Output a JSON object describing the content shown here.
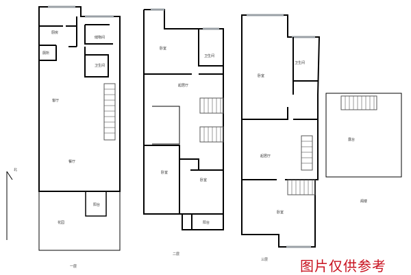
{
  "floors": {
    "first": {
      "label": "一层",
      "rooms": {
        "kitchen": "厨房",
        "storage": "储物间",
        "wc": "厕所",
        "bath": "卫生间",
        "living": "客厅",
        "dining": "餐厅",
        "garden": "花园",
        "balcony": "阳台"
      }
    },
    "second": {
      "label": "二层",
      "rooms": {
        "bedroom1": "卧室",
        "bath": "卫生间",
        "hall": "起居厅",
        "bedroom2": "卧室",
        "bedroom3": "卧室",
        "balcony": "阳台"
      }
    },
    "third": {
      "label": "三层",
      "rooms": {
        "bedroom1": "卧室",
        "bath": "卫生间",
        "hall": "起居厅",
        "bedroom2": "卧室"
      }
    },
    "roof": {
      "label": "阁楼",
      "rooms": {
        "terrace": "露台"
      }
    }
  },
  "north_label": "北",
  "disclaimer": "图片仅供参考",
  "colors": {
    "wall": "#000000",
    "window": "#9aa0a6",
    "stair": "#555555",
    "disclaimer": "#c8101e"
  }
}
